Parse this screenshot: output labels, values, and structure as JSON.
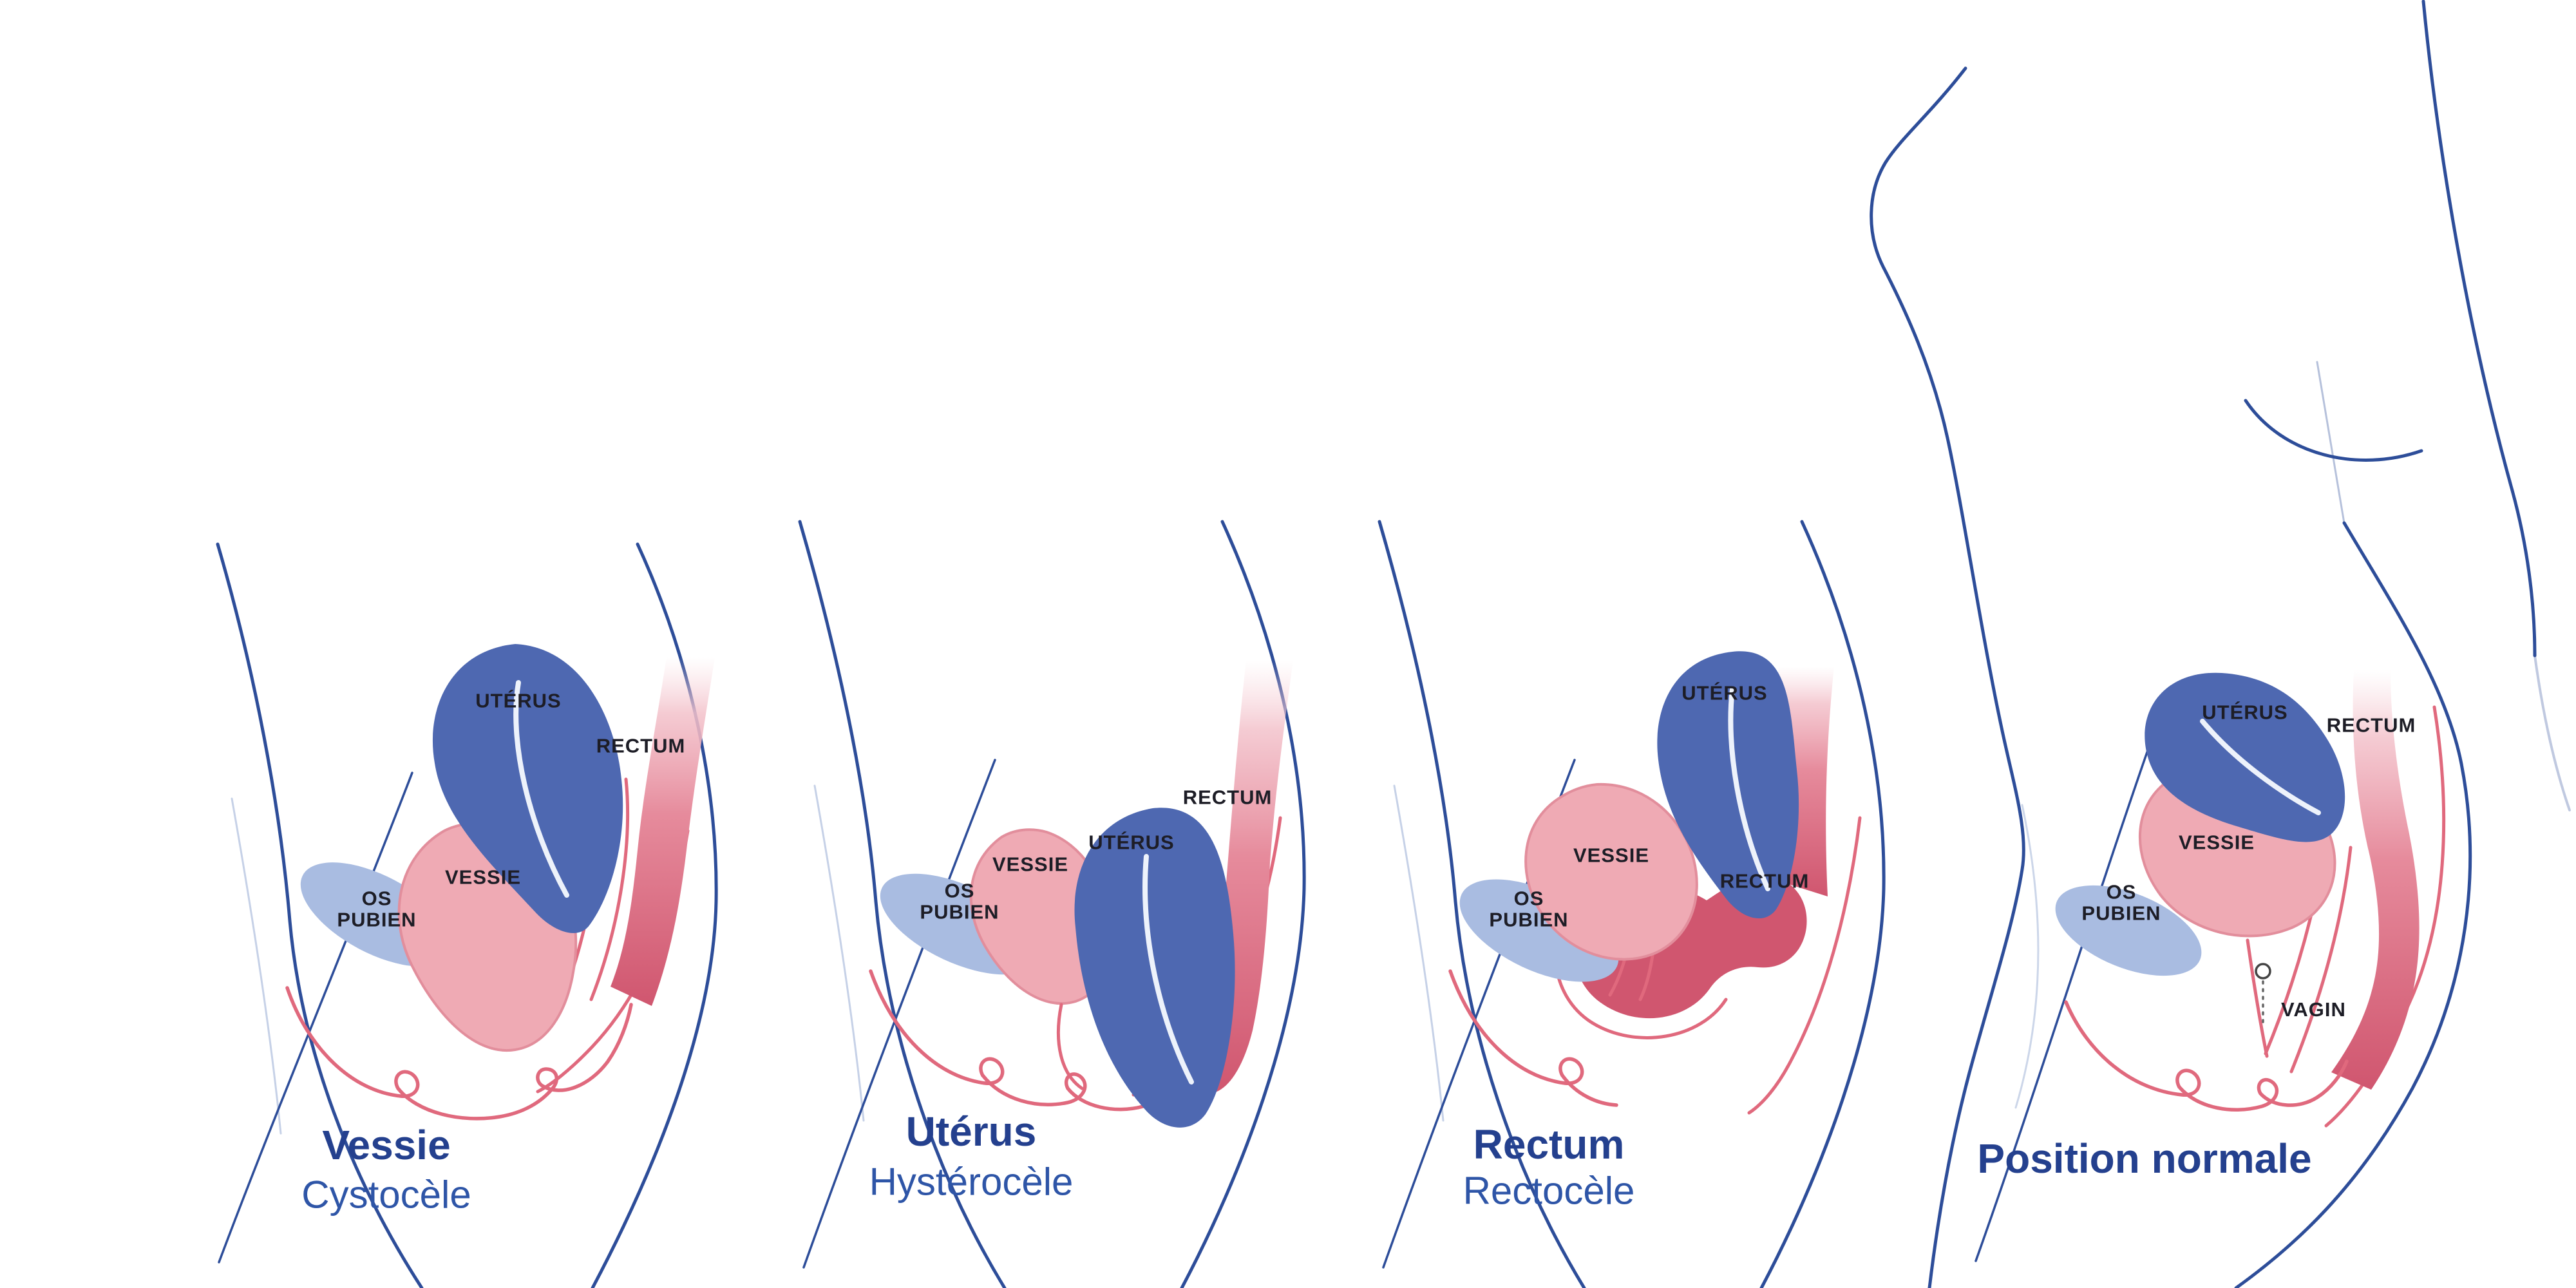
{
  "panels": [
    {
      "key": "cystocele",
      "title": "Vessie",
      "subtitle": "Cystocèle",
      "organ_labels": {
        "uterus": "UTÉRUS",
        "rectum": "RECTUM",
        "bladder": "VESSIE",
        "pubic_bone": "OS\nPUBIEN"
      }
    },
    {
      "key": "hysterocele",
      "title": "Utérus",
      "subtitle": "Hystérocèle",
      "organ_labels": {
        "uterus": "UTÉRUS",
        "rectum": "RECTUM",
        "bladder": "VESSIE",
        "pubic_bone": "OS\nPUBIEN"
      }
    },
    {
      "key": "rectocele",
      "title": "Rectum",
      "subtitle": "Rectocèle",
      "organ_labels": {
        "uterus": "UTÉRUS",
        "rectum": "RECTUM",
        "bladder": "VESSIE",
        "pubic_bone": "OS\nPUBIEN"
      }
    },
    {
      "key": "position-normale",
      "title": "Position normale",
      "subtitle": "",
      "organ_labels": {
        "uterus": "UTÉRUS",
        "rectum": "RECTUM",
        "bladder": "VESSIE",
        "pubic_bone": "OS\nPUBIEN",
        "vagina": "VAGIN"
      }
    }
  ],
  "colors": {
    "uterus_fill": "#4e68b1",
    "uterus_canal": "#edf2fb",
    "bladder_fill": "#efaab4",
    "bladder_outline": "#e28e9c",
    "pubic_bone_fill": "#a9bce1",
    "rectum_red": "#d0566f",
    "rectum_fade": "#f3c2cb",
    "body_outline_blue": "#2d4d99",
    "anatomy_outline_pink": "#e0697d",
    "organ_label_text": "#1d1d26",
    "title_bold_blue": "#24408e",
    "title_light_blue": "#2e55a7",
    "background": "#ffffff"
  }
}
